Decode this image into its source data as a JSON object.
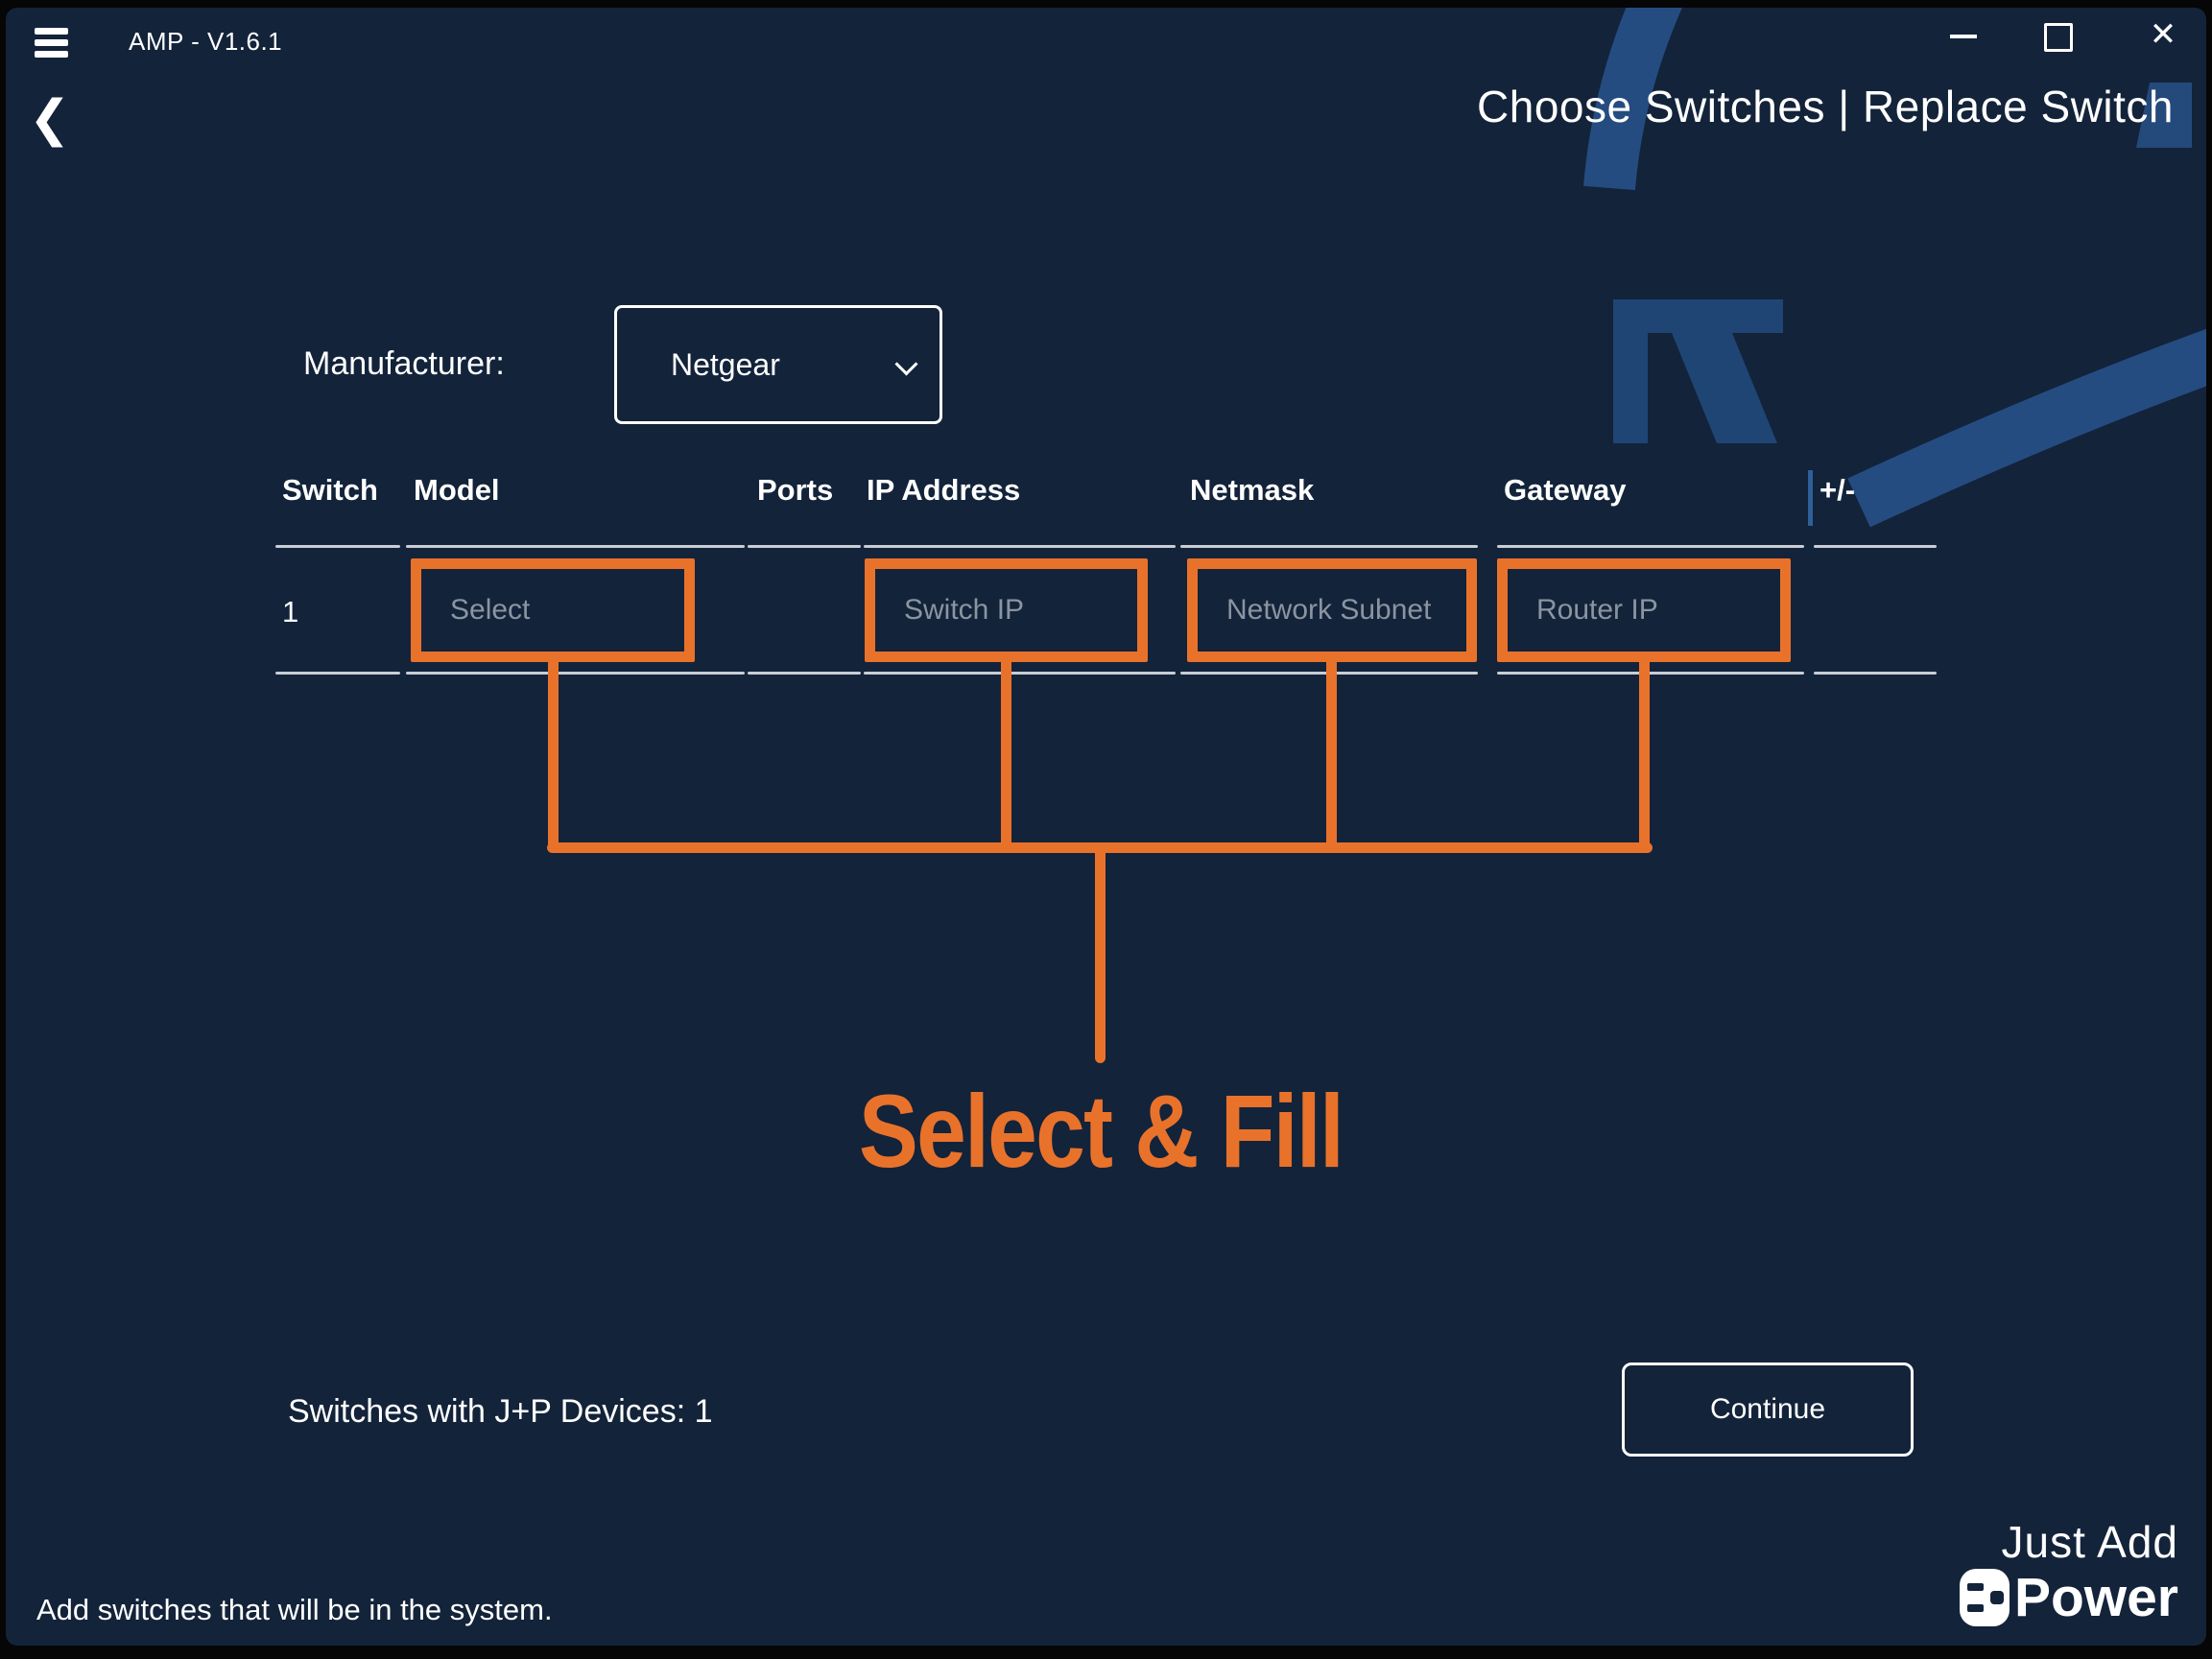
{
  "colors": {
    "background": "#13233A",
    "accent_orange": "#E9722B",
    "decor_blue": "#254C80",
    "arrow_blue": "#1F4574",
    "muted_text": "#8B94A1"
  },
  "titlebar": {
    "app_title": "AMP - V1.6.1",
    "close_glyph": "✕"
  },
  "header": {
    "back_glyph": "❮",
    "page_title": "Choose Switches | Replace Switch"
  },
  "manufacturer": {
    "label": "Manufacturer:",
    "value": "Netgear"
  },
  "table": {
    "headers": [
      "Switch",
      "Model",
      "Ports",
      "IP Address",
      "Netmask",
      "Gateway",
      "+/-"
    ],
    "row": {
      "switch": "1",
      "model_placeholder": "Select",
      "ports": "",
      "ip_placeholder": "Switch IP",
      "netmask_placeholder": "Network Subnet",
      "gateway_placeholder": "Router IP"
    }
  },
  "annotation": {
    "label": "Select & Fill"
  },
  "footer": {
    "summary": "Switches with J+P Devices: 1",
    "continue_label": "Continue",
    "hint": "Add switches that will be in the system."
  },
  "logo": {
    "line1": "Just Add",
    "line2": "Power"
  }
}
